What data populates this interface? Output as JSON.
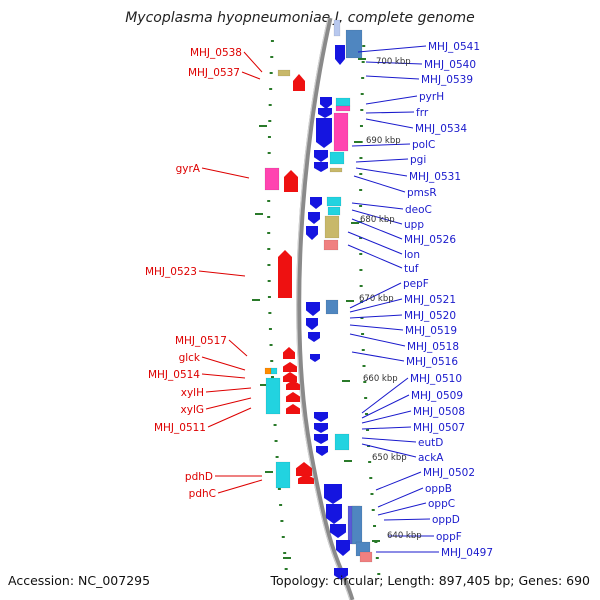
{
  "title": "Mycoplasma hyopneumoniae J, complete genome",
  "accession": "Accession: NC_007295",
  "topology": "Topology: circular; Length: 897,405 bp; Genes: 690",
  "colors": {
    "left_label": "#dd0000",
    "right_label": "#1a1acc",
    "tick": "#2a7a2a",
    "backbone": "#8a8a8a"
  },
  "ticks": [
    "700 kbp",
    "690 kbp",
    "680 kbp",
    "670 kbp",
    "660 kbp",
    "650 kbp",
    "640 kbp"
  ],
  "left_labels": [
    "MHJ_0538",
    "MHJ_0537",
    "gyrA",
    "MHJ_0523",
    "MHJ_0517",
    "glck",
    "MHJ_0514",
    "xylH",
    "xylG",
    "MHJ_0511",
    "pdhD",
    "pdhC"
  ],
  "right_labels": [
    "MHJ_0541",
    "MHJ_0540",
    "MHJ_0539",
    "pyrH",
    "frr",
    "MHJ_0534",
    "polC",
    "pgi",
    "MHJ_0531",
    "pmsR",
    "deoC",
    "upp",
    "MHJ_0526",
    "lon",
    "tuf",
    "pepF",
    "MHJ_0521",
    "MHJ_0520",
    "MHJ_0519",
    "MHJ_0518",
    "MHJ_0516",
    "MHJ_0510",
    "MHJ_0509",
    "MHJ_0508",
    "MHJ_0507",
    "eutD",
    "ackA",
    "MHJ_0502",
    "oppB",
    "oppC",
    "oppD",
    "oppF",
    "MHJ_0497"
  ]
}
